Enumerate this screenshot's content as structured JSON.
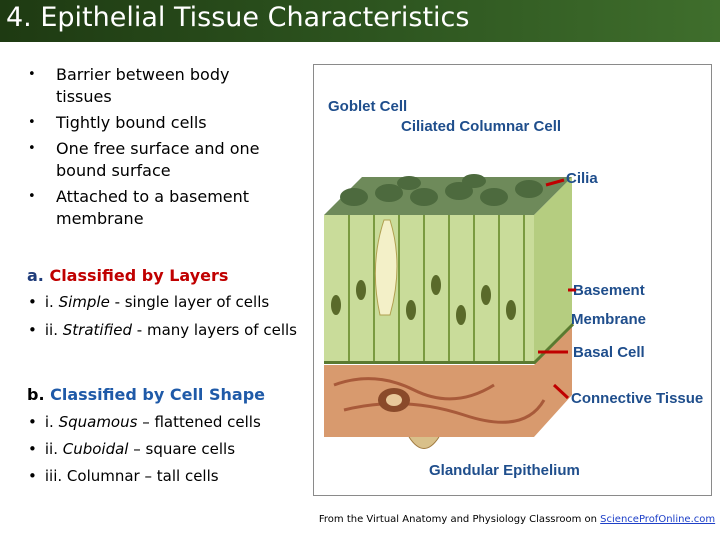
{
  "title": "4. Epithelial Tissue Characteristics",
  "bullets": [
    {
      "line1": "Barrier between body",
      "line2": "tissues"
    },
    {
      "line1": "Tightly bound cells",
      "line2": ""
    },
    {
      "line1": "One free surface and one",
      "line2": "bound surface"
    },
    {
      "line1": "Attached to a basement",
      "line2": "membrane"
    }
  ],
  "section_a": {
    "letter": "a.",
    "heading": "Classified by Layers",
    "items": [
      {
        "prefix": "i.",
        "term": "Simple",
        "desc": " - single layer of cells"
      },
      {
        "prefix": "ii.",
        "term": "Stratified",
        "desc": " - many layers of cells"
      }
    ]
  },
  "section_b": {
    "letter": "b.",
    "heading": "Classified by Cell Shape",
    "items": [
      {
        "prefix": "i.",
        "term": "Squamous",
        "desc": " – flattened cells"
      },
      {
        "prefix": "ii.",
        "term": "Cuboidal",
        "desc": " – square cells"
      },
      {
        "prefix": "iii.",
        "term": "Columnar",
        "desc": " – tall cells"
      }
    ]
  },
  "diagram_labels": {
    "goblet": "Goblet Cell",
    "ciliated": "Ciliated Columnar Cell",
    "cilia": "Cilia",
    "basement1": "Basement",
    "basement2": "Membrane",
    "basal": "Basal Cell",
    "connective": "Connective Tissue",
    "glandular": "Glandular Epithelium"
  },
  "footer": {
    "prefix": "From the  Virtual Anatomy and Physiology Classroom on ",
    "link": "ScienceProfOnline.com"
  },
  "colors": {
    "title_bg": "#2e5620",
    "section_a_heading": "#c00000",
    "section_b_heading": "#1f5aa8",
    "diagram_label": "#1f4e8c",
    "arrow": "#c00000"
  }
}
